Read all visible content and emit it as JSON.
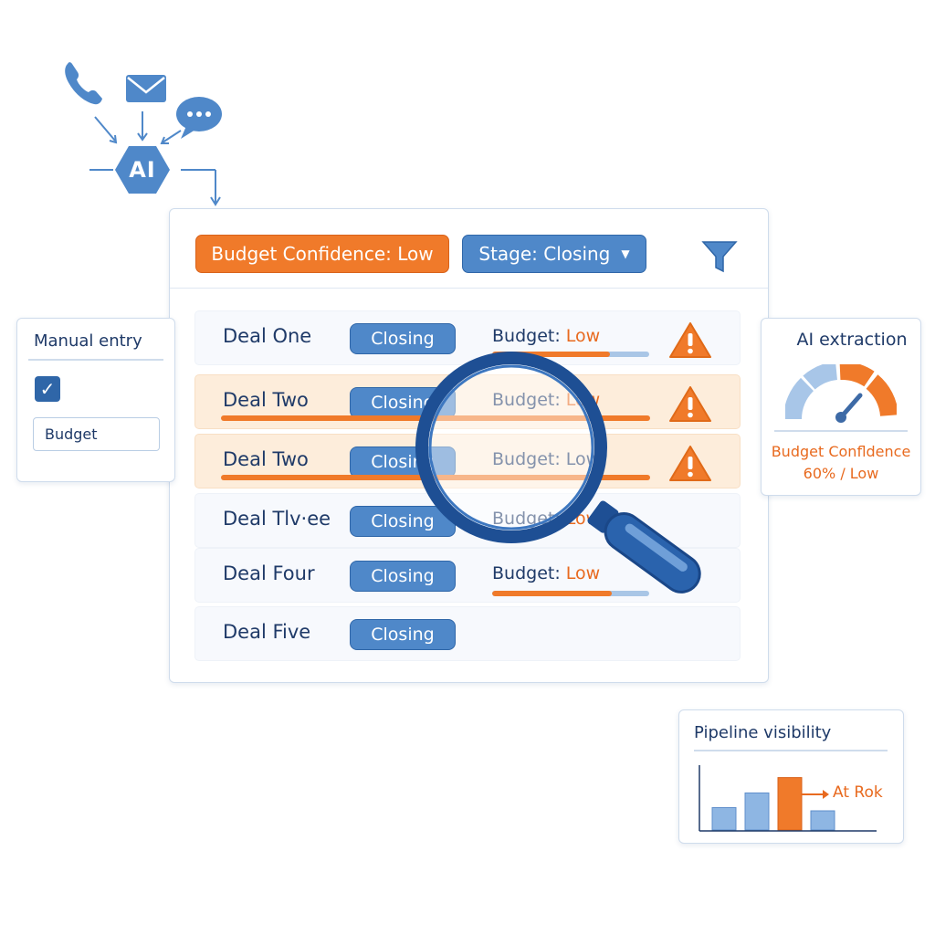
{
  "flow": {
    "ai_label": "AI",
    "sources": [
      "phone-icon",
      "mail-icon",
      "chat-icon"
    ]
  },
  "filters": {
    "budget_chip": "Budget Confidence: Low",
    "stage_chip": "Stage: Closing",
    "filter_icon": "funnel-icon"
  },
  "deals": [
    {
      "name": "Deal One",
      "stage": "Closing",
      "budget_label": "Budget:",
      "budget_value": "Low",
      "budget_progress": 0.75,
      "warning": true
    },
    {
      "name": "Deal Two",
      "stage": "Closing",
      "budget_label": "Budget:",
      "budget_value": "Low",
      "warning": true
    },
    {
      "name": "Deal Two",
      "stage": "Closing",
      "budget_label": "Budget:",
      "budget_value": "Low",
      "warning": true
    },
    {
      "name": "Deal Tlv·ee",
      "stage": "Closing",
      "budget_label": "Budget:",
      "budget_value": "Low",
      "warning": false
    },
    {
      "name": "Deal Four",
      "stage": "Closing",
      "budget_label": "Budget:",
      "budget_value": "Low",
      "budget_progress": 0.76,
      "warning": false
    },
    {
      "name": "Deal Five",
      "stage": "Closing",
      "warning": false
    }
  ],
  "manual_entry": {
    "title": "Manual entry",
    "checked": true,
    "input_value": "Budget"
  },
  "ai_extraction": {
    "title": "AI extraction",
    "confidence_label": "Budget Confldence",
    "confidence_value": "60% / Low",
    "gauge_level": 0.6
  },
  "pipeline": {
    "title": "Pipeline visibility",
    "risk_label": "At Rok",
    "bars": [
      0.35,
      0.58,
      0.82,
      0.3
    ],
    "highlight_index": 2
  },
  "colors": {
    "accent_blue": "#4f88c9",
    "dark_blue": "#1f3a68",
    "accent_orange": "#f07a2a",
    "highlight_row": "#fdeddb"
  }
}
